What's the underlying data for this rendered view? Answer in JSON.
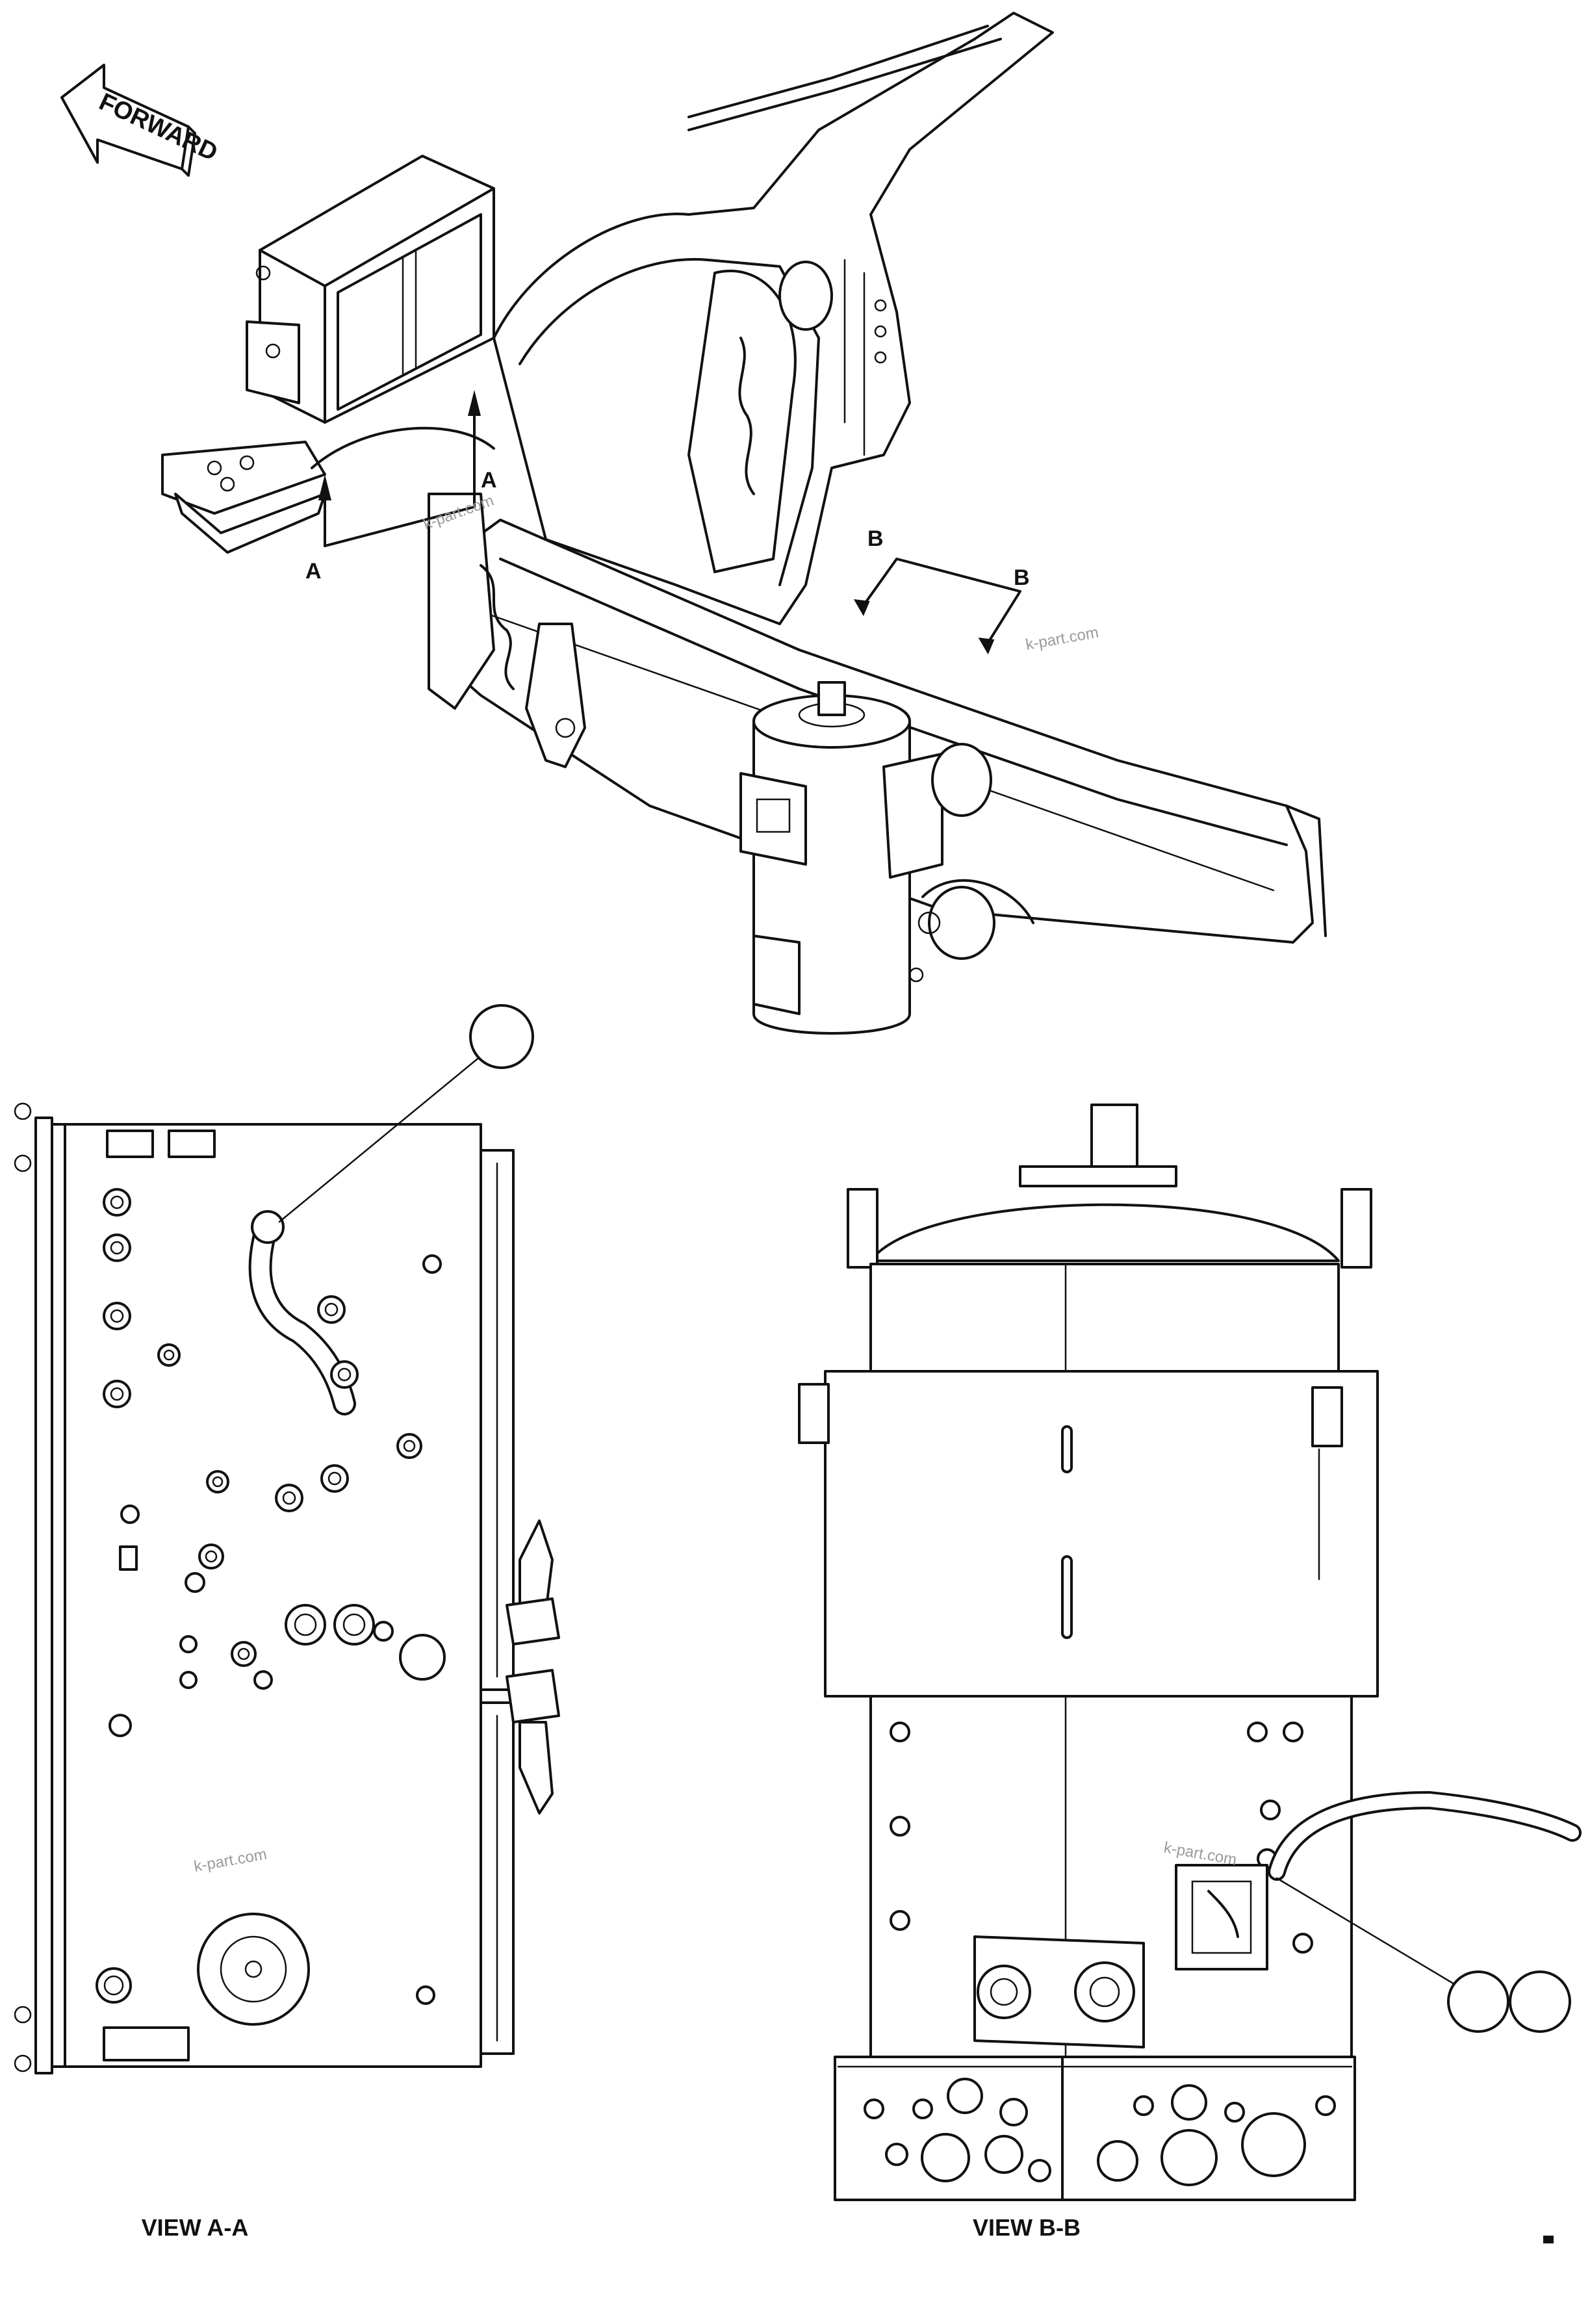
{
  "labels": {
    "forward": "FORWARD",
    "section_a_left": "A",
    "section_a_right": "A",
    "section_b_left": "B",
    "section_b_right": "B",
    "view_aa": "VIEW A-A",
    "view_bb": "VIEW B-B"
  },
  "callouts": {
    "view_aa_balloon": "",
    "view_bb_balloon_1": "",
    "view_bb_balloon_2": ""
  },
  "watermarks": [
    "k-part.com",
    "k-part.com",
    "k-part.com",
    "k-part.com"
  ]
}
